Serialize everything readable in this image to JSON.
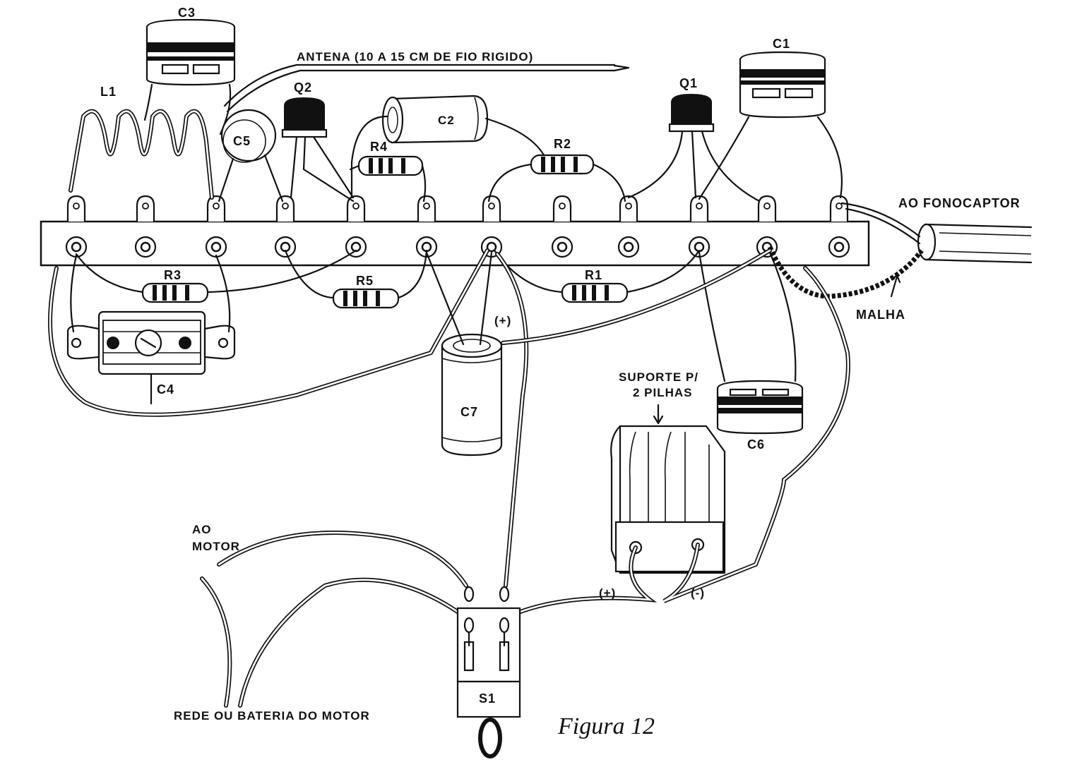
{
  "figure_caption": "Figura 12",
  "labels": {
    "c3": "C3",
    "l1": "L1",
    "q2": "Q2",
    "c5": "C5",
    "c2": "C2",
    "r4": "R4",
    "r2": "R2",
    "q1": "Q1",
    "c1": "C1",
    "antena": "ANTENA (10 A 15 CM DE FIO RIGIDO)",
    "fonocaptor": "AO FONOCAPTOR",
    "malha": "MALHA",
    "r3": "R3",
    "r5": "R5",
    "r1": "R1",
    "c4": "C4",
    "c7": "C7",
    "c7_plus": "(+)",
    "c6": "C6",
    "suporte_line1": "SUPORTE P/",
    "suporte_line2": "2 PILHAS",
    "ao_motor_line1": "AO",
    "ao_motor_line2": "MOTOR",
    "rede": "REDE OU BATERIA DO MOTOR",
    "s1": "S1",
    "batt_plus": "(+)",
    "batt_minus": "(-)"
  }
}
